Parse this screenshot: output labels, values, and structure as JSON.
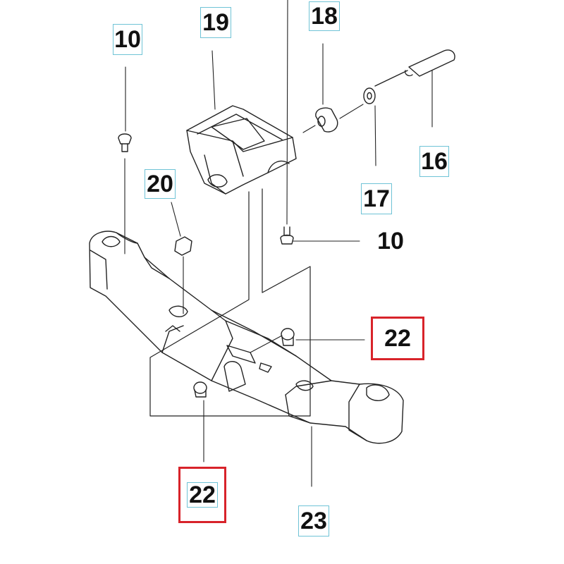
{
  "diagram": {
    "type": "exploded-parts-view",
    "highlight_color": "#d8232a",
    "label_box_color": "#6fc3d6",
    "callouts": {
      "c10_top": "10",
      "c19": "19",
      "c18": "18",
      "c20": "20",
      "c16": "16",
      "c17": "17",
      "c10_right": "10",
      "c22_right": "22",
      "c22_left": "22",
      "c23": "23"
    },
    "highlighted_parts": [
      "22"
    ]
  }
}
